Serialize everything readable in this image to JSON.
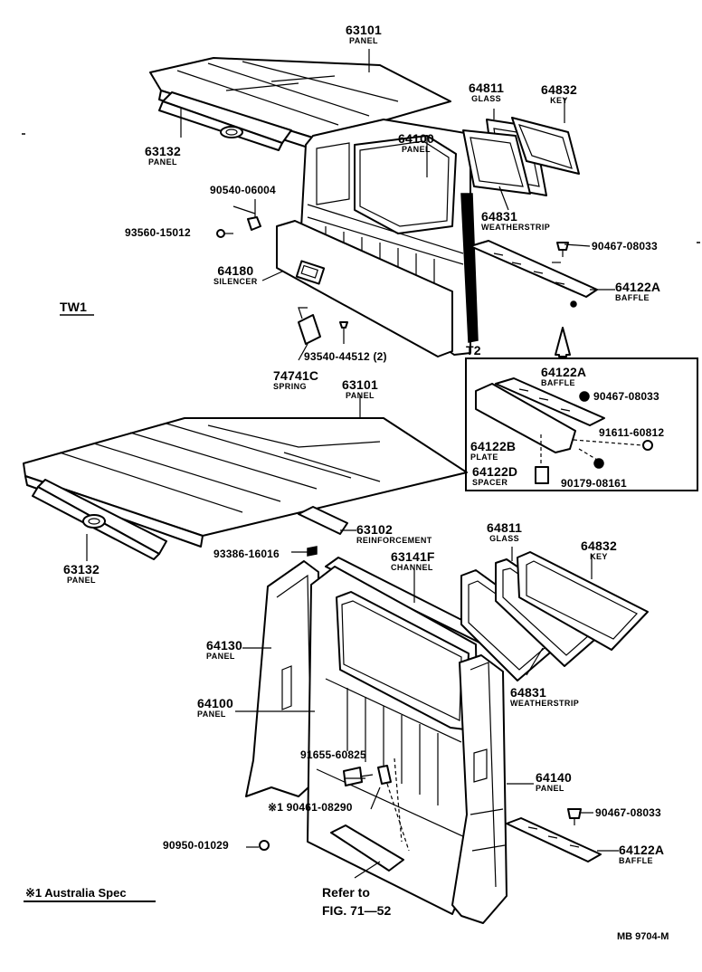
{
  "title_label": "TW1",
  "inset_label": "T2",
  "footnote": "※1 Australia Spec",
  "figure_code": "MB 9704-M",
  "refer": {
    "line1": "Refer to",
    "line2": "FIG. 71—52"
  },
  "labels": [
    {
      "id": "top-roof-panel",
      "pn": "63101",
      "nm": "PANEL"
    },
    {
      "id": "top-glass",
      "pn": "64811",
      "nm": "GLASS"
    },
    {
      "id": "top-key",
      "pn": "64832",
      "nm": "KEY"
    },
    {
      "id": "top-back-panel",
      "pn": "64100",
      "nm": "PANEL"
    },
    {
      "id": "top-front-panel",
      "pn": "63132",
      "nm": "PANEL"
    },
    {
      "id": "top-bolt-90540",
      "pn": "90540-06004",
      "nm": ""
    },
    {
      "id": "top-nut-93560",
      "pn": "93560-15012",
      "nm": ""
    },
    {
      "id": "top-weatherstrip",
      "pn": "64831",
      "nm": "WEATHERSTRIP"
    },
    {
      "id": "top-clip-90467",
      "pn": "90467-08033",
      "nm": ""
    },
    {
      "id": "top-silencer",
      "pn": "64180",
      "nm": "SILENCER"
    },
    {
      "id": "top-baffle",
      "pn": "64122A",
      "nm": "BAFFLE"
    },
    {
      "id": "screw-93540",
      "pn": "93540-44512 (2)",
      "nm": ""
    },
    {
      "id": "spring-74741c",
      "pn": "74741C",
      "nm": "SPRING"
    },
    {
      "id": "bottom-roof-panel",
      "pn": "63101",
      "nm": "PANEL"
    },
    {
      "id": "inset-baffle",
      "pn": "64122A",
      "nm": "BAFFLE"
    },
    {
      "id": "inset-clip-90467",
      "pn": "90467-08033",
      "nm": ""
    },
    {
      "id": "inset-plate",
      "pn": "64122B",
      "nm": "PLATE"
    },
    {
      "id": "inset-bolt-91611",
      "pn": "91611-60812",
      "nm": ""
    },
    {
      "id": "inset-spacer",
      "pn": "64122D",
      "nm": "SPACER"
    },
    {
      "id": "inset-nut-90179",
      "pn": "90179-08161",
      "nm": ""
    },
    {
      "id": "reinforcement",
      "pn": "63102",
      "nm": "REINFORCEMENT"
    },
    {
      "id": "bottom-front-panel",
      "pn": "63132",
      "nm": "PANEL"
    },
    {
      "id": "bottom-bolt-93386",
      "pn": "93386-16016",
      "nm": ""
    },
    {
      "id": "channel",
      "pn": "63141F",
      "nm": "CHANNEL"
    },
    {
      "id": "bottom-glass",
      "pn": "64811",
      "nm": "GLASS"
    },
    {
      "id": "bottom-key",
      "pn": "64832",
      "nm": "KEY"
    },
    {
      "id": "side-panel-64130",
      "pn": "64130",
      "nm": "PANEL"
    },
    {
      "id": "bottom-back-panel",
      "pn": "64100",
      "nm": "PANEL"
    },
    {
      "id": "bottom-weatherstrip",
      "pn": "64831",
      "nm": "WEATHERSTRIP"
    },
    {
      "id": "bolt-91655",
      "pn": "91655-60825",
      "nm": ""
    },
    {
      "id": "side-panel-64140",
      "pn": "64140",
      "nm": "PANEL"
    },
    {
      "id": "clip-90461",
      "pn": "※1 90461-08290",
      "nm": ""
    },
    {
      "id": "bottom-clip-90467",
      "pn": "90467-08033",
      "nm": ""
    },
    {
      "id": "plug-90950",
      "pn": "90950-01029",
      "nm": ""
    },
    {
      "id": "bottom-baffle",
      "pn": "64122A",
      "nm": "BAFFLE"
    }
  ]
}
